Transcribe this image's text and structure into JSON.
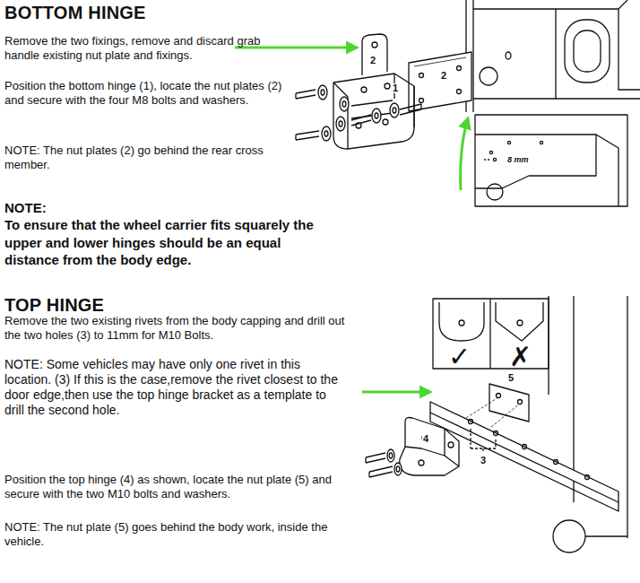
{
  "diagram": {
    "labels": [
      "BOTTOM HINGE",
      "Remove the two fixings, remove and discard grab handle existing nut plate and fixings.",
      "Position the bottom hinge (1), locate the nut plates (2) and secure with the four M8 bolts and washers.",
      "NOTE: The nut plates (2) go behind the rear cross member.",
      "NOTE:",
      "To ensure that the wheel carrier fits squarely the upper and lower hinges should be an equal distance from the body edge.",
      "TOP HINGE",
      "Remove the two existing rivets from the body capping and drill out the two holes (3) to 11mm for M10 Bolts.",
      "NOTE: Some vehicles may have only one rivet in this location. (3) If this is the case,remove the rivet closest to the door edge,then use the top hinge bracket as a template to drill the second hole.",
      "Position the top hinge (4) as shown, locate the nut plate (5) and secure with the two M10 bolts and washers.",
      "NOTE: The nut plate (5) goes behind the body work, inside the vehicle.",
      "2",
      "1",
      "2",
      "8 mm",
      "✓",
      "✗",
      "5",
      "4",
      "3"
    ]
  }
}
